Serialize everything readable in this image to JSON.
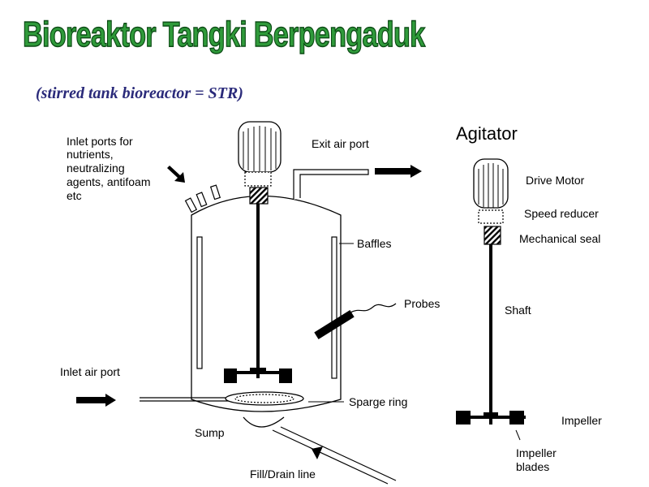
{
  "title": "Bioreaktor Tangki Berpengaduk",
  "subtitle": "(stirred tank bioreactor = STR)",
  "left_diagram": {
    "inlet_ports_lines": [
      "Inlet ports for",
      "nutrients,",
      "neutralizing",
      "agents, antifoam",
      "etc"
    ],
    "exit_air_port": "Exit air port",
    "baffles": "Baffles",
    "probes": "Probes",
    "inlet_air_port": "Inlet air port",
    "sparge_ring": "Sparge ring",
    "sump": "Sump",
    "fill_drain_line": "Fill/Drain line"
  },
  "right_diagram": {
    "heading": "Agitator",
    "drive_motor": "Drive Motor",
    "speed_reducer": "Speed reducer",
    "mechanical_seal": "Mechanical seal",
    "shaft": "Shaft",
    "impeller": "Impeller",
    "impeller_blades_lines": [
      "Impeller",
      "blades"
    ]
  },
  "colors": {
    "title_fill": "#2f9a3a",
    "title_outline": "#0b4a14",
    "subtitle": "#2a2a7a",
    "ink": "#000000"
  }
}
